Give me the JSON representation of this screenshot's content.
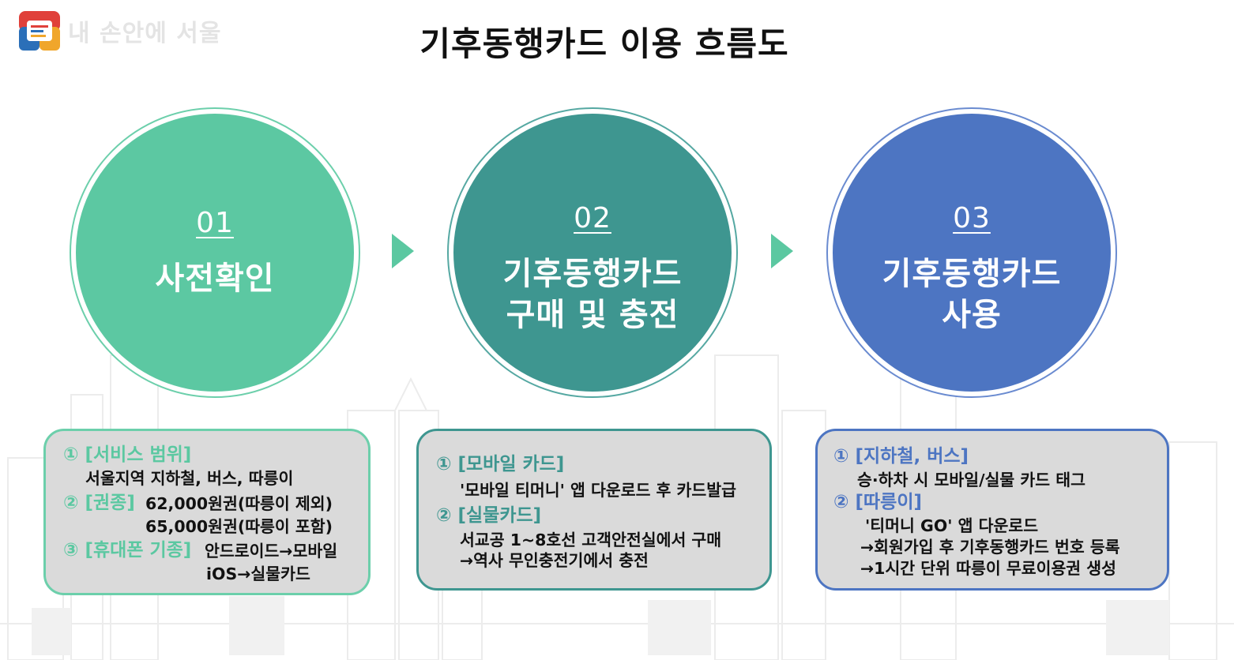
{
  "logo": {
    "text": "내 손안에 서울"
  },
  "title": "기후동행카드 이용 흐름도",
  "colors": {
    "step1": "#5cc8a2",
    "step2": "#3e9690",
    "step3": "#4d75c2",
    "box_bg": "#dadada",
    "arrow": "#5bc8a1"
  },
  "steps": [
    {
      "number": "01",
      "title_lines": [
        "사전확인"
      ]
    },
    {
      "number": "02",
      "title_lines": [
        "기후동행카드",
        "구매 및 충전"
      ]
    },
    {
      "number": "03",
      "title_lines": [
        "기후동행카드",
        "사용"
      ]
    }
  ],
  "box1": {
    "h1": "① [서비스 범위]",
    "l1": "서울지역 지하철, 버스, 따릉이",
    "h2": "② [권종]",
    "l2a": "62,000원권(따릉이 제외)",
    "l2b": "65,000원권(따릉이 포함)",
    "h3": "③ [휴대폰 기종]",
    "l3a": "안드로이드→모바일",
    "l3b": "iOS→실물카드"
  },
  "box2": {
    "h1": "① [모바일 카드]",
    "l1": "'모바일 티머니' 앱 다운로드 후 카드발급",
    "h2": "② [실물카드]",
    "l2a": "서교공 1~8호선 고객안전실에서 구매",
    "l2b": "→역사 무인충전기에서 충전"
  },
  "box3": {
    "h1": "① [지하철, 버스]",
    "l1": "승·하차 시 모바일/실물 카드 태그",
    "h2": "② [따릉이]",
    "l2a": "'티머니 GO' 앱 다운로드",
    "l2b": "→회원가입 후 기후동행카드 번호 등록",
    "l2c": "→1시간 단위 따릉이 무료이용권 생성"
  }
}
